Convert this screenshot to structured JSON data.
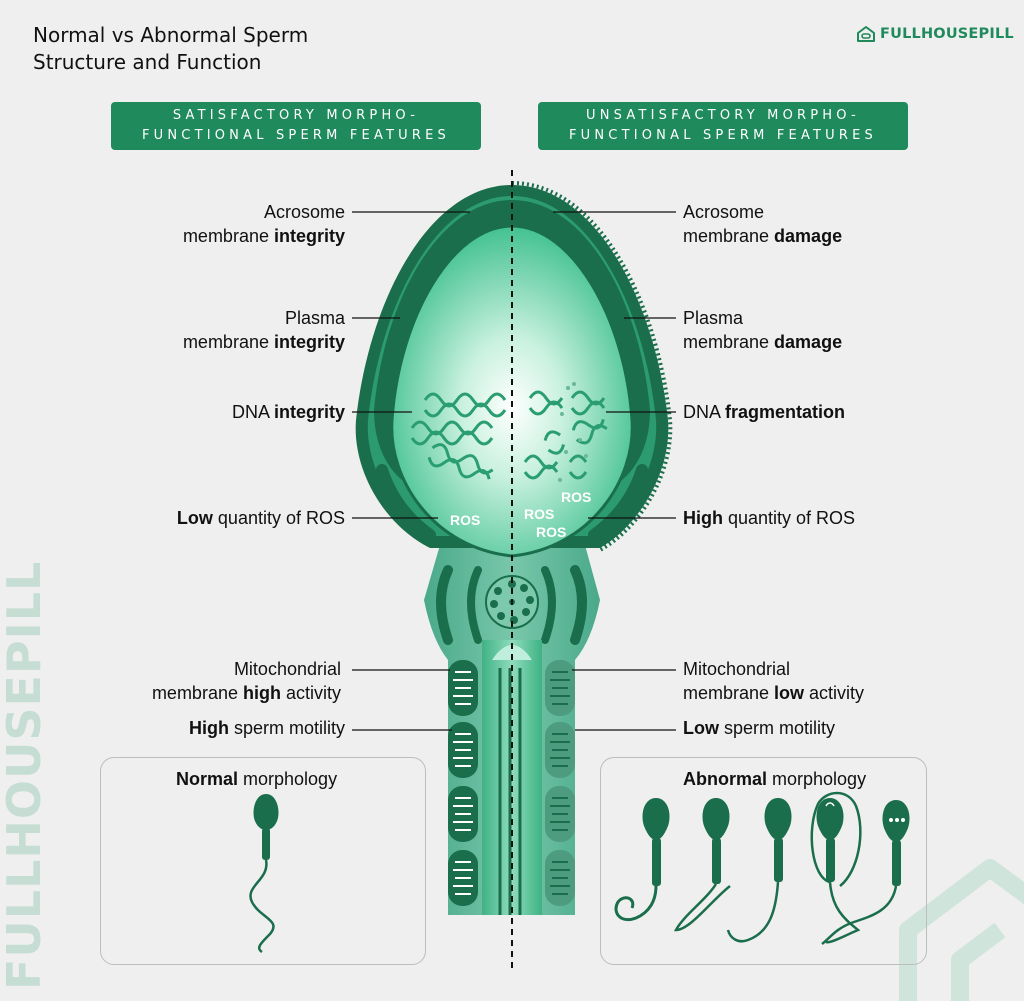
{
  "title": {
    "line1": "Normal vs Abnormal Sperm",
    "line2": "Structure and Function"
  },
  "brand": {
    "name": "FULLHOUSEPILL",
    "icon": "house-pill-icon",
    "color": "#1f8a5c"
  },
  "watermark": "FULLHOUSEPILL",
  "headers": {
    "left": {
      "line1": "SATISFACTORY MORPHO-",
      "line2": "FUNCTIONAL SPERM FEATURES"
    },
    "right": {
      "line1": "UNSATISFACTORY MORPHO-",
      "line2": "FUNCTIONAL SPERM FEATURES"
    }
  },
  "left_labels": {
    "acrosome": {
      "line1": "Acrosome",
      "pre": "membrane ",
      "bold": "integrity"
    },
    "plasma": {
      "line1": "Plasma",
      "pre": "membrane ",
      "bold": "integrity"
    },
    "dna": {
      "pre": "DNA ",
      "bold": "integrity"
    },
    "ros": {
      "bold": "Low",
      "post": " quantity of ROS"
    },
    "mito": {
      "line1": "Mitochondrial",
      "pre": "membrane ",
      "bold": "high",
      "post": " activity"
    },
    "motility": {
      "bold": "High",
      "post": " sperm motility"
    }
  },
  "right_labels": {
    "acrosome": {
      "line1": "Acrosome",
      "pre": "membrane ",
      "bold": "damage"
    },
    "plasma": {
      "line1": "Plasma",
      "pre": "membrane ",
      "bold": "damage"
    },
    "dna": {
      "pre": "DNA ",
      "bold": "fragmentation"
    },
    "ros": {
      "bold": "High",
      "post": " quantity of ROS"
    },
    "mito": {
      "line1": "Mitochondrial",
      "pre": "membrane ",
      "bold": "low",
      "post": " activity"
    },
    "motility": {
      "bold": "Low",
      "post": " sperm motility"
    }
  },
  "ros_text": "ROS",
  "morphology": {
    "left": {
      "bold": "Normal",
      "post": " morphology"
    },
    "right": {
      "bold": "Abnormal",
      "post": " morphology"
    }
  },
  "colors": {
    "dark_green": "#1a6e4c",
    "mid_green": "#2aa276",
    "light_green": "#5ecfa2",
    "pale_green": "#b6e7d2"
  }
}
